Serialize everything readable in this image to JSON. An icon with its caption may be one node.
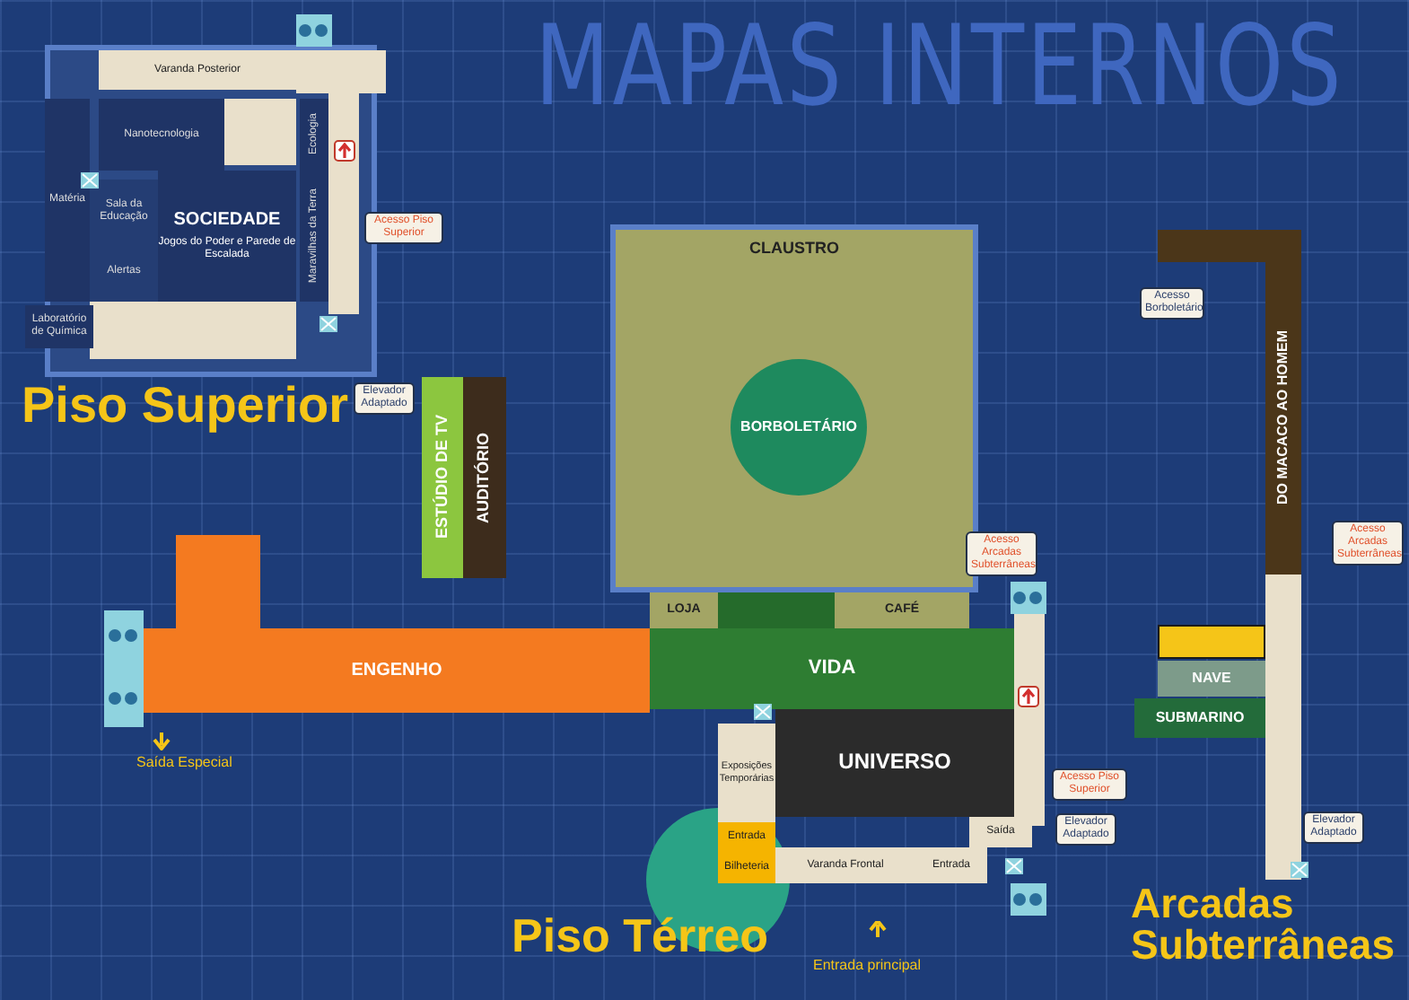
{
  "diagram": {
    "title": "MAPAS INTERNOS",
    "nodes": [
      {
        "text": [
          "Varanda Posterior"
        ]
      },
      {
        "text": [
          "Nanotecnologia"
        ]
      },
      {
        "text": [
          "SOCIEDADE",
          "Jogos do Poder e Parede de Escalada"
        ]
      },
      {
        "text": [
          "Ecologia"
        ]
      },
      {
        "text": [
          "Sala da Educação"
        ]
      },
      {
        "text": [
          "Matéria"
        ]
      },
      {
        "text": [
          "Alertas"
        ]
      },
      {
        "text": [
          "Maravilhas da Terra"
        ]
      },
      {
        "text": [
          "Laboratório de Química"
        ]
      },
      {
        "text": [
          "CLAUSTRO"
        ]
      },
      {
        "text": [
          "BORBOLETÁRIO"
        ],
        "in": 9
      },
      {
        "text": [
          "ESTÚDIO DE TV"
        ]
      },
      {
        "text": [
          "AUDITÓRIO"
        ]
      },
      {
        "text": [
          "ENGENHO"
        ]
      },
      {
        "text": [
          "LOJA"
        ]
      },
      {
        "text": [
          "CAFÉ"
        ]
      },
      {
        "text": [
          "VIDA"
        ]
      },
      {
        "text": [
          "Exposições Temporárias"
        ]
      },
      {
        "text": [
          "UNIVERSO"
        ]
      },
      {
        "text": [
          "Entrada"
        ]
      },
      {
        "text": [
          "Bilheteria"
        ]
      },
      {
        "text": [
          "Varanda Frontal"
        ]
      },
      {
        "text": [
          "Entrada"
        ]
      },
      {
        "text": [
          "Saída"
        ]
      },
      {
        "text": [
          "DO MACACO AO HOMEM"
        ]
      },
      {
        "text": [],
        "shape": "box"
      },
      {
        "text": [
          "NAVE"
        ]
      },
      {
        "text": [
          "SUBMARINO"
        ]
      }
    ],
    "edges": [],
    "labels": [
      "Piso Superior",
      "Acesso Piso Superior",
      "Elevador Adaptado",
      "Acesso Borboletário",
      "Acesso Arcadas Subterrâneas",
      "Acesso Arcadas Subterrâneas",
      "Saída Especial",
      "Acesso Piso Superior",
      "Elevador Adaptado",
      "Elevador Adaptado",
      "Piso Térreo",
      "Arcadas Subterrâneas",
      "Entrada principal"
    ]
  }
}
